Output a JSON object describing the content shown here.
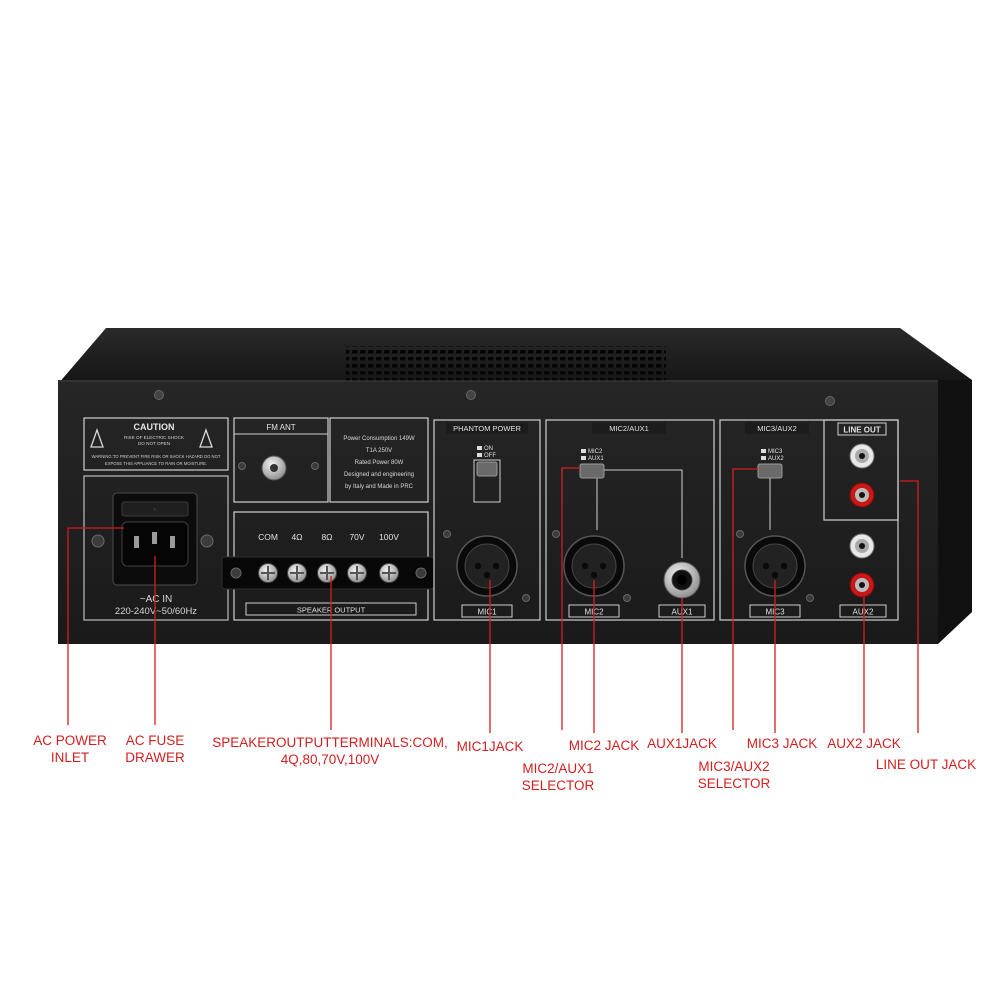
{
  "panel": {
    "caution_title": "CAUTION",
    "caution_sub1": "RISK OF ELECTRIC SHOCK",
    "caution_sub2": "DO NOT OPEN",
    "warning1": "WARNING:TO PREVENT FIRE RISK OR SHOCK HAZARD DO NOT",
    "warning2": "EXPOSE THIS APPLIANCE TO RAIN OR MOISTURE.",
    "ac_in": "~AC IN",
    "ac_voltage": "220-240V~50/60Hz",
    "fm_ant": "FM  ANT",
    "spec1": "Power Consumption 149W",
    "spec2": "T1A  250V",
    "spec3": "Rated  Power 80W",
    "spec4": "Designed and engineering",
    "spec5": "by Italy and Made in PRC",
    "terminals": [
      "COM",
      "4Ω",
      "8Ω",
      "70V",
      "100V"
    ],
    "speaker_output": "SPEAKER OUTPUT",
    "phantom_power": "PHANTOM POWER",
    "phantom_on": "ON",
    "phantom_off": "OFF",
    "mic1": "MIC1",
    "mic2_aux1_title": "MIC2/AUX1",
    "sel_mic2": "MIC2",
    "sel_aux1": "AUX1",
    "mic2": "MIC2",
    "aux1": "AUX1",
    "mic3_aux2_title": "MIC3/AUX2",
    "sel_mic3": "MIC3",
    "sel_aux2": "AUX2",
    "mic3": "MIC3",
    "line_out": "LINE OUT",
    "aux2": "AUX2"
  },
  "callouts": {
    "ac_power_inlet": [
      "AC POWER",
      "INLET"
    ],
    "ac_fuse_drawer": [
      "AC FUSE",
      "DRAWER"
    ],
    "speaker_terminals": [
      "SPEAKEROUTPUTTERMINALS:COM,",
      "4Q,80,70V,100V"
    ],
    "mic1_jack": [
      "MIC1JACK"
    ],
    "mic2_aux1_selector": [
      "MIC2/AUX1",
      "SELECTOR"
    ],
    "mic2_jack": [
      "MIC2 JACK"
    ],
    "aux1_jack": [
      "AUX1JACK"
    ],
    "mic3_aux2_selector": [
      "MIC3/AUX2",
      "SELECTOR"
    ],
    "mic3_jack": [
      "MIC3 JACK"
    ],
    "aux2_jack": [
      "AUX2 JACK"
    ],
    "line_out_jack": [
      "LINE OUT JACK"
    ]
  },
  "colors": {
    "callout": "#d21f1f",
    "chassis": "#1c1c1c",
    "panel_line": "#c8c8c8",
    "rca_red": "#c81818",
    "rca_white": "#e8e8e8"
  }
}
